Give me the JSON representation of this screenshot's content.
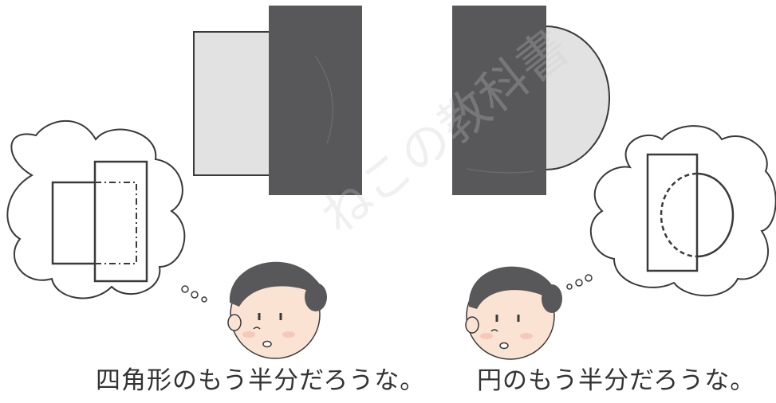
{
  "captions": {
    "left": "四角形のもう半分だろうな。",
    "right": "円のもう半分だろうな。"
  },
  "watermark": "ねこの教科書",
  "colors": {
    "dark_card": "#58585a",
    "light_shape": "#e2e2e2",
    "outline": "#3a3a3a",
    "hair": "#58585a",
    "skin": "#fbe3d4",
    "cheek": "#f2b8a8"
  },
  "icons": [
    "thought-bubble-icon",
    "girl-face-icon"
  ]
}
